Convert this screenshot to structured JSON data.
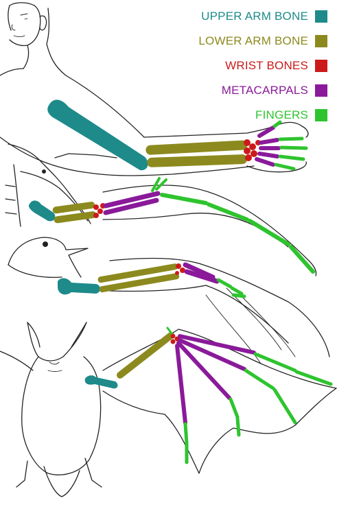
{
  "legend": [
    {
      "label": "UPPER ARM BONE",
      "color": "#1e8a8a"
    },
    {
      "label": "LOWER ARM BONE",
      "color": "#8c8a1e"
    },
    {
      "label": "WRIST BONES",
      "color": "#cc1a1a"
    },
    {
      "label": "METACARPALS",
      "color": "#8a1a9a"
    },
    {
      "label": "FINGERS",
      "color": "#2ec42e"
    }
  ],
  "figures": [
    "human-arm",
    "pterosaur-wing",
    "bird-wing",
    "bat-wing"
  ],
  "line_color": "#222222"
}
